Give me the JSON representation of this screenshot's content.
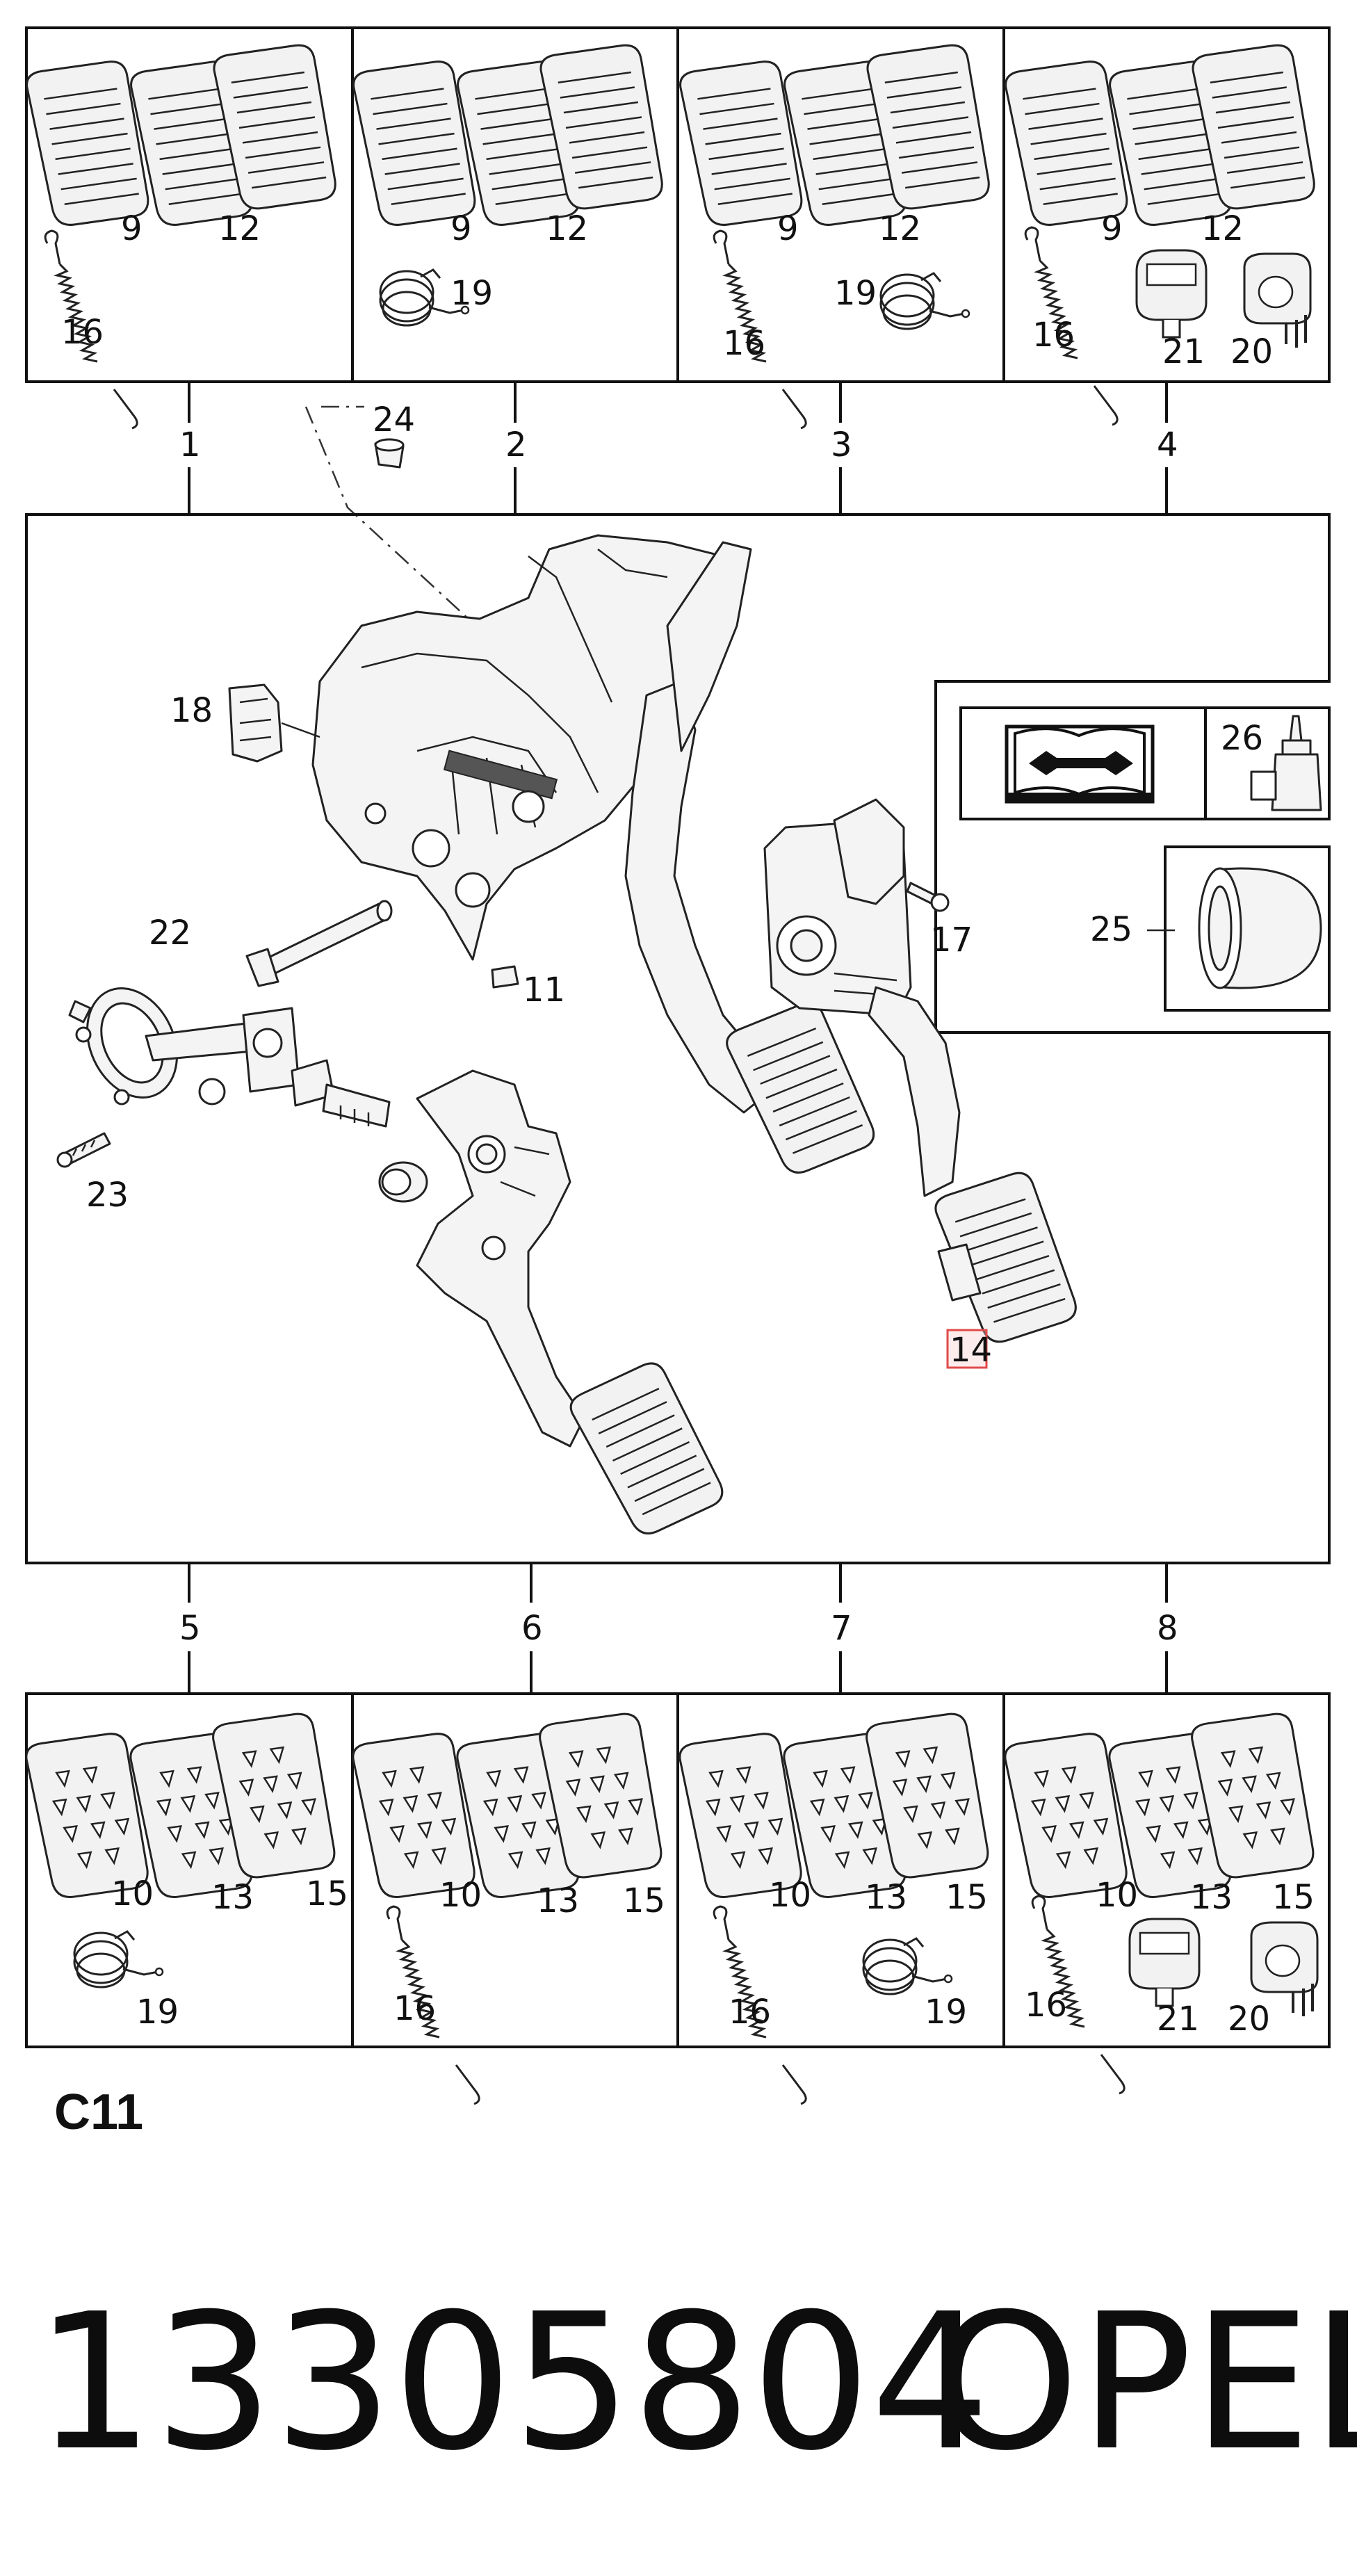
{
  "diagram": {
    "code": "C11",
    "part_number": "13305804",
    "brand": "OPEL",
    "highlighted_label": "14",
    "variant_numbers": [
      "1",
      "2",
      "3",
      "4",
      "5",
      "6",
      "7",
      "8"
    ],
    "top_boxes": [
      {
        "labels": [
          "9",
          "12",
          "16"
        ]
      },
      {
        "labels": [
          "9",
          "12",
          "19"
        ]
      },
      {
        "labels": [
          "9",
          "12",
          "16",
          "19"
        ]
      },
      {
        "labels": [
          "9",
          "12",
          "16",
          "21",
          "20"
        ]
      }
    ],
    "bottom_boxes": [
      {
        "labels": [
          "10",
          "13",
          "15",
          "19"
        ]
      },
      {
        "labels": [
          "10",
          "13",
          "15",
          "16"
        ]
      },
      {
        "labels": [
          "10",
          "13",
          "15",
          "16",
          "19"
        ]
      },
      {
        "labels": [
          "10",
          "13",
          "15",
          "16",
          "21",
          "20"
        ]
      }
    ],
    "main_labels": {
      "p24": "24",
      "p18": "18",
      "p22": "22",
      "p11": "11",
      "p23": "23",
      "p17": "17",
      "p26": "26",
      "p25": "25",
      "p14": "14"
    }
  }
}
